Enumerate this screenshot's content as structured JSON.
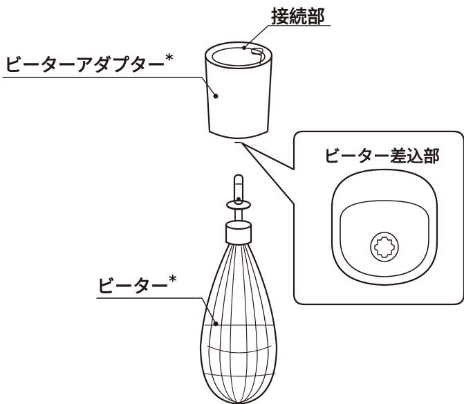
{
  "labels": {
    "connection": "接続部",
    "beater_adapter": "ビーターアダプター",
    "beater_adapter_mark": "*",
    "beater_insert": "ビーター差込部",
    "beater": "ビーター",
    "beater_mark": "*"
  },
  "colors": {
    "line": "#231815",
    "background": "#ffffff"
  }
}
